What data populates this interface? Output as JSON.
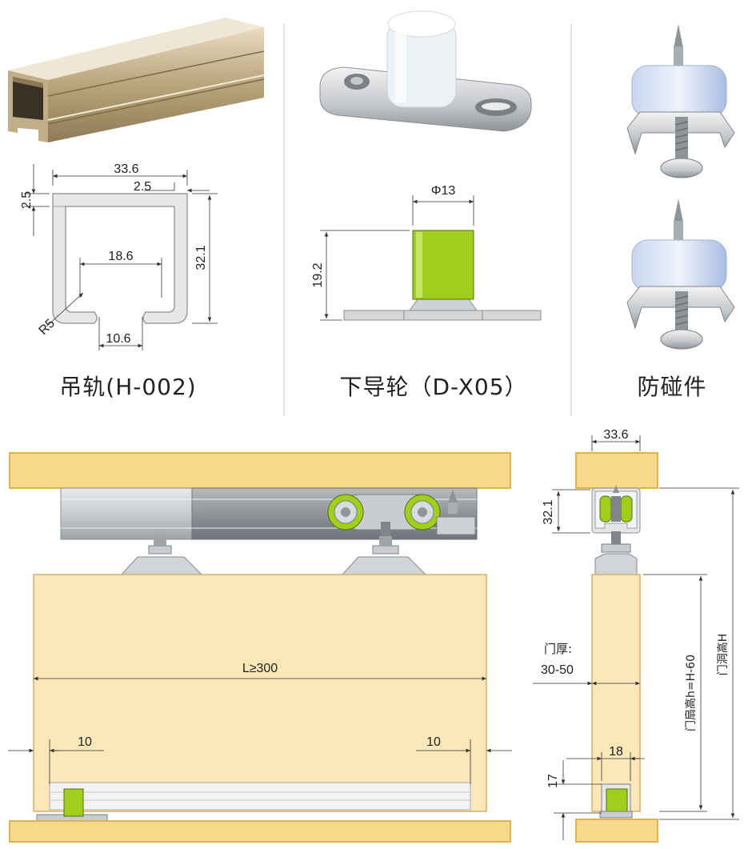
{
  "captions": {
    "rail": "吊轨(H-002)",
    "guide": "下导轮（D-X05）",
    "bumper": "防碰件"
  },
  "rail_dims": {
    "width": "33.6",
    "lip_top": "2.5",
    "lip_side": "2.5",
    "height": "32.1",
    "inner": "18.6",
    "radius": "R5",
    "opening": "10.6"
  },
  "guide_dims": {
    "diameter": "Φ13",
    "height": "19.2"
  },
  "front_view": {
    "length": "L≥300",
    "left_offset": "10",
    "right_offset": "10"
  },
  "side_view": {
    "rail_width": "33.6",
    "rail_height": "32.1",
    "door_thickness_label": "门厚:",
    "door_thickness_value": "30-50",
    "leaf_height": "门扇高h=H-60",
    "opening_height": "门洞高H",
    "bottom_width": "18",
    "bottom_height": "17"
  },
  "colors": {
    "wood": "#f8deA0",
    "wood_edge": "#e8b552",
    "door": "#fbe7b8",
    "lime": "#9fcf1a",
    "rail_silver": "#c8ccd0",
    "rail_gold": "#c9b58c"
  }
}
